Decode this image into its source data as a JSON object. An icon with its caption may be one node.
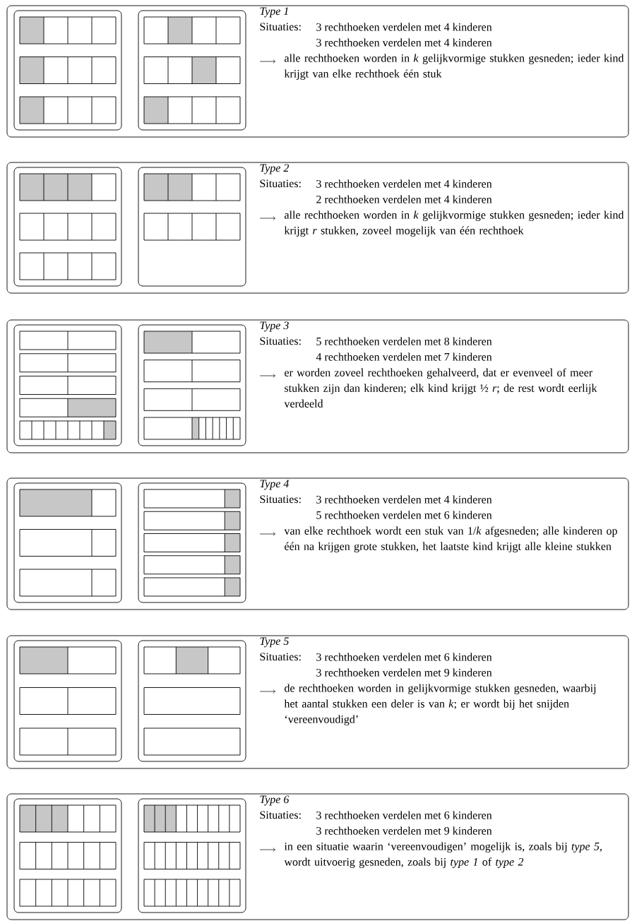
{
  "diagram": {
    "nodes": [
      {
        "text": [
          "Type 1",
          "Situaties:",
          "3 rechthoeken verdelen met 4 kinderen",
          "3 rechthoeken verdelen met 4 kinderen",
          "alle rechthoeken worden in *k* gelijkvormige stukken gesneden; ieder kind krijgt van elke rechthoek één stuk"
        ]
      },
      {
        "text": [],
        "shape": "box",
        "in": 0
      },
      {
        "text": [],
        "shape": "box",
        "in": 0
      },
      {
        "text": [
          "Type 2",
          "Situaties:",
          "3 rechthoeken verdelen met 4 kinderen",
          "2 rechthoeken verdelen met 4 kinderen",
          "alle rechthoeken worden in *k* gelijkvormige stukken gesneden; ieder kind krijgt *r* stukken, zoveel mogelijk van één rechthoek"
        ]
      },
      {
        "text": [],
        "shape": "box",
        "in": 3
      },
      {
        "text": [],
        "shape": "box",
        "in": 3
      },
      {
        "text": [
          "Type 3",
          "Situaties:",
          "5 rechthoeken verdelen met 8 kinderen",
          "4 rechthoeken verdelen met 7 kinderen",
          "er worden zoveel rechthoeken gehalveerd, dat er evenveel of meer stukken zijn dan kinderen; elk kind krijgt ½ *r*; de rest wordt eerlijk verdeeld"
        ]
      },
      {
        "text": [],
        "shape": "box",
        "in": 6
      },
      {
        "text": [],
        "shape": "box",
        "in": 6
      },
      {
        "text": [
          "Type 4",
          "Situaties:",
          "3 rechthoeken verdelen met 4 kinderen",
          "5 rechthoeken verdelen met 6 kinderen",
          "van elke rechthoek wordt een stuk van 1/*k* afgesneden; alle kinderen op één na krijgen grote stukken, het laatste kind krijgt alle kleine stukken"
        ]
      },
      {
        "text": [],
        "shape": "box",
        "in": 9
      },
      {
        "text": [],
        "shape": "box",
        "in": 9
      },
      {
        "text": [
          "Type 5",
          "Situaties:",
          "3 rechthoeken verdelen met 6 kinderen",
          "3 rechthoeken verdelen met 9 kinderen",
          "de rechthoeken worden in gelijkvormige stukken gesneden, waarbij het aantal stukken een deler is van *k*; er wordt bij het snijden ‘vereenvoudigd’"
        ]
      },
      {
        "text": [],
        "shape": "box",
        "in": 12
      },
      {
        "text": [],
        "shape": "box",
        "in": 12
      },
      {
        "text": [
          "Type 6",
          "Situaties:",
          "3 rechthoeken verdelen met 6 kinderen",
          "3 rechthoeken verdelen met 9 kinderen",
          "in een situatie waarin ‘vereenvoudigen’ mogelijk is, zoals bij *type 5*, wordt uitvoerig gesneden, zoals bij *type 1* of *type 2*"
        ]
      },
      {
        "text": [],
        "shape": "box",
        "in": 15
      },
      {
        "text": [],
        "shape": "box",
        "in": 15
      }
    ]
  }
}
